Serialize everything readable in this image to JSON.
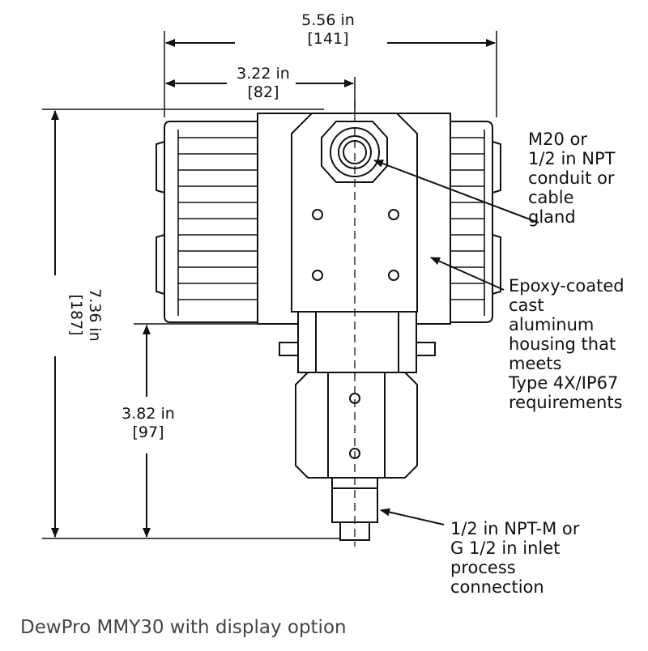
{
  "dimensions": {
    "overall_width": {
      "imperial": "5.56 in",
      "metric": "[141]"
    },
    "half_width": {
      "imperial": "3.22 in",
      "metric": "[82]"
    },
    "overall_height": {
      "imperial": "7.36 in",
      "metric": "[187]"
    },
    "lower_height": {
      "imperial": "3.82 in",
      "metric": "[97]"
    }
  },
  "callouts": {
    "conduit": [
      "M20 or",
      "1/2 in NPT",
      "conduit or",
      "cable",
      "gland"
    ],
    "housing": [
      "Epoxy-coated",
      "cast",
      "aluminum",
      "housing that",
      "meets",
      "Type 4X/IP67",
      "requirements"
    ],
    "inlet": [
      "1/2 in NPT-M or",
      "G 1/2 in inlet",
      "process",
      "connection"
    ]
  },
  "caption": "DewPro MMY30 with display option"
}
